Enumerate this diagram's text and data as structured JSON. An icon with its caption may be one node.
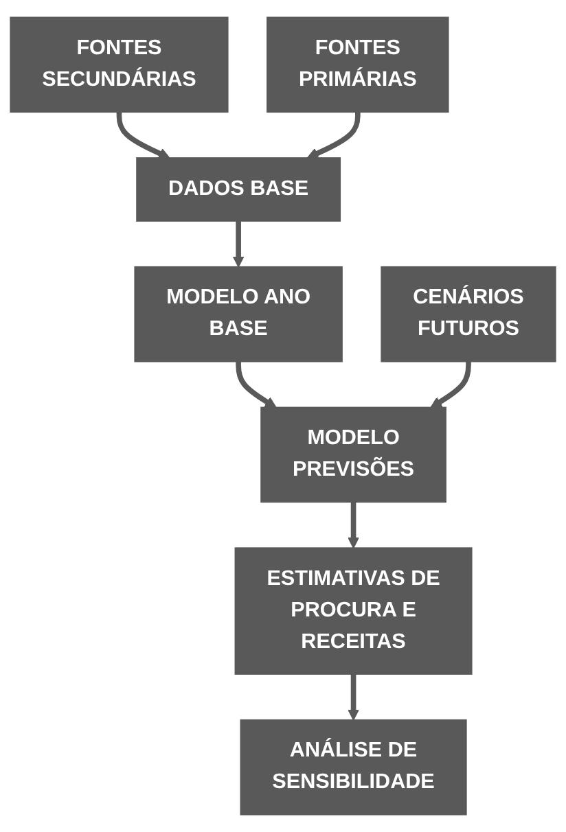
{
  "diagram": {
    "nodes": [
      {
        "text": [
          "FONTES SECUNDÁRIAS"
        ]
      },
      {
        "text": [
          "FONTES PRIMÁRIAS"
        ]
      },
      {
        "text": [
          "DADOS BASE"
        ]
      },
      {
        "text": [
          "MODELO ANO BASE"
        ]
      },
      {
        "text": [
          "CENÁRIOS FUTUROS"
        ]
      },
      {
        "text": [
          "MODELO PREVISÕES"
        ]
      },
      {
        "text": [
          "ESTIMATIVAS DE PROCURA E RECEITAS"
        ]
      },
      {
        "text": [
          "ANÁLISE DE SENSIBILIDADE"
        ]
      }
    ],
    "edges": [
      {
        "from": 0,
        "to": 2,
        "arrow": "to"
      },
      {
        "from": 1,
        "to": 2,
        "arrow": "to"
      },
      {
        "from": 2,
        "to": 3,
        "arrow": "to"
      },
      {
        "from": 3,
        "to": 5,
        "arrow": "to"
      },
      {
        "from": 4,
        "to": 5,
        "arrow": "to"
      },
      {
        "from": 5,
        "to": 6,
        "arrow": "to"
      },
      {
        "from": 6,
        "to": 7,
        "arrow": "to"
      }
    ]
  }
}
